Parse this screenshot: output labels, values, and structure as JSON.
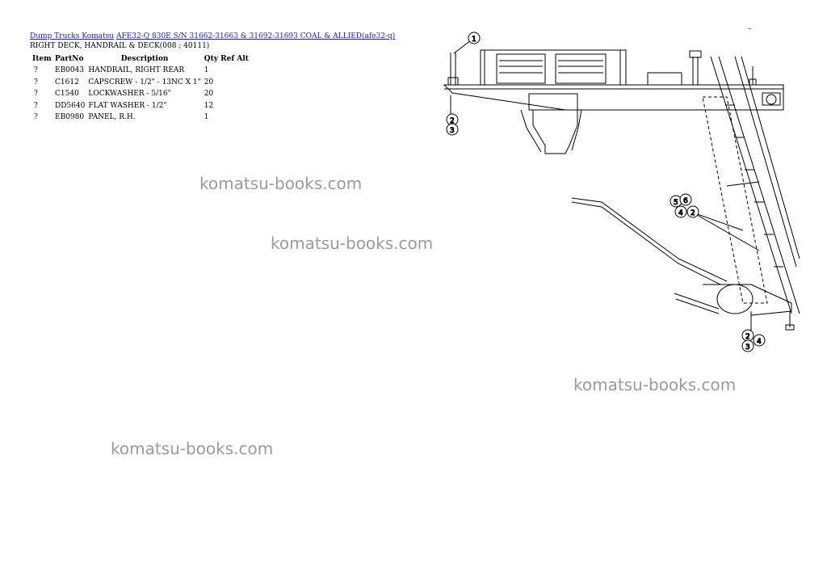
{
  "breadcrumb": {
    "link1": "Dump Trucks Komatsu",
    "link2": "AFE32-Q 830E S/N 31662-31663 & 31692-31693 COAL & ALLIED(afe32-q)"
  },
  "subtitle": "RIGHT DECK, HANDRAIL & DECK(008 ; 40111)",
  "table": {
    "headers": [
      "Item",
      "PartNo",
      "Description",
      "Qty",
      "Ref",
      "Alt"
    ],
    "rows": [
      {
        "item": "?",
        "part": "EB0043",
        "desc": "HANDRAIL, RIGHT REAR",
        "qty": "1"
      },
      {
        "item": "?",
        "part": "C1612",
        "desc": "CAPSCREW - 1/2\" - 13NC X 1\"",
        "qty": "20"
      },
      {
        "item": "?",
        "part": "C1540",
        "desc": "LOCKWASHER - 5/16\"",
        "qty": "20"
      },
      {
        "item": "?",
        "part": "DD5640",
        "desc": "FLAT WASHER - 1/2\"",
        "qty": "12"
      },
      {
        "item": "?",
        "part": "EB0980",
        "desc": "PANEL, R.H.",
        "qty": "1"
      }
    ]
  },
  "watermarks": [
    "komatsu-books.com",
    "komatsu-books.com",
    "komatsu-books.com",
    "komatsu-books.com"
  ],
  "corner_mark": "–",
  "balloons": {
    "b1": "1",
    "b2": "2",
    "b3": "3",
    "b4": "5",
    "b5": "6",
    "b6": "4",
    "b7": "2",
    "b8": "2",
    "b9": "3",
    "b10": "4"
  }
}
